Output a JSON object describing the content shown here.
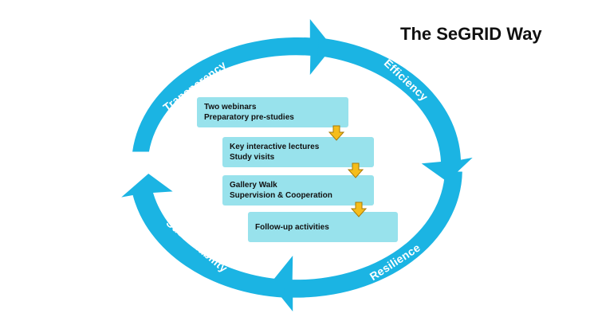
{
  "title": "The SeGRID Way",
  "cycle": {
    "labels": [
      {
        "text": "Transparency"
      },
      {
        "text": "Efficiency"
      },
      {
        "text": "Resilience"
      },
      {
        "text": "Sustainability"
      }
    ]
  },
  "steps": [
    {
      "lines": [
        "Two webinars",
        "Preparatory pre-studies"
      ]
    },
    {
      "lines": [
        "Key interactive lectures",
        "Study visits"
      ]
    },
    {
      "lines": [
        "Gallery Walk",
        "Supervision & Cooperation"
      ]
    },
    {
      "lines": [
        "Follow-up activities"
      ]
    }
  ],
  "colors": {
    "cycle_arrow": "#1bb4e3",
    "step_box": "#98e2ec",
    "down_arrow_fill": "#f5bd1a",
    "down_arrow_stroke": "#a87a08",
    "title": "#111111"
  }
}
